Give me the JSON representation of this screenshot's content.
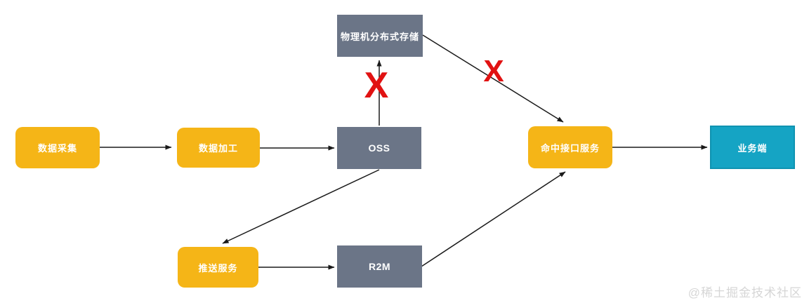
{
  "diagram": {
    "nodes": {
      "data_collection": {
        "label": "数据采集"
      },
      "data_processing": {
        "label": "数据加工"
      },
      "oss": {
        "label": "OSS"
      },
      "physical_storage": {
        "label": "物理机分布式存储"
      },
      "push_service": {
        "label": "推送服务"
      },
      "r2m": {
        "label": "R2M"
      },
      "hit_api_service": {
        "label": "命中接口服务"
      },
      "business_side": {
        "label": "业务端"
      }
    },
    "marks": [
      {
        "label": "X"
      },
      {
        "label": "X"
      }
    ],
    "watermark": "@稀土掘金技术社区",
    "colors": {
      "node_yellow": "#F5B517",
      "node_gray": "#6B7587",
      "node_teal": "#15A4C4",
      "teal_border": "#0F93B1",
      "mark_red": "#E11212",
      "edge_black": "#1A1A1A",
      "watermark_gray": "#D6D6D6"
    }
  }
}
